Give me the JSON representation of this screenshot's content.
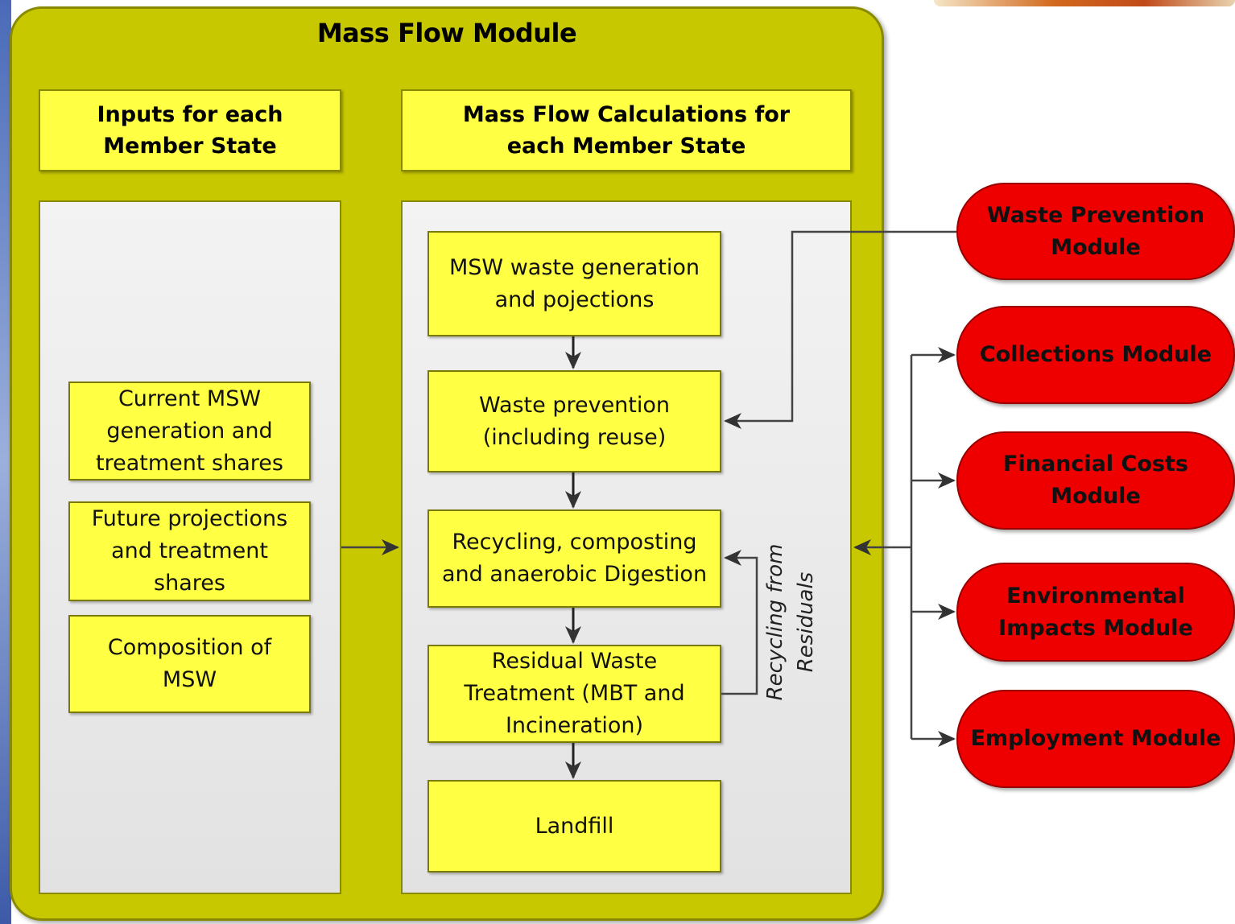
{
  "title": "Mass Flow Module",
  "headers": {
    "inputs": "Inputs for each Member State",
    "calculations": "Mass Flow Calculations for each Member State"
  },
  "inputs": [
    "Current MSW generation and treatment shares",
    "Future projections and treatment shares",
    "Composition of MSW"
  ],
  "steps": [
    "MSW waste generation and pojections",
    "Waste prevention (including reuse)",
    "Recycling, composting and anaerobic Digestion",
    "Residual Waste Treatment (MBT and Incineration)",
    "Landfill"
  ],
  "feedback_label": "Recycling from Residuals",
  "modules": [
    "Waste Prevention Module",
    "Collections Module",
    "Financial Costs Module",
    "Environmental Impacts Module",
    "Employment Module"
  ],
  "colors": {
    "outer": "#c8c800",
    "box": "#ffff44",
    "module": "#ee0000",
    "panel": "#e8e8e8"
  }
}
